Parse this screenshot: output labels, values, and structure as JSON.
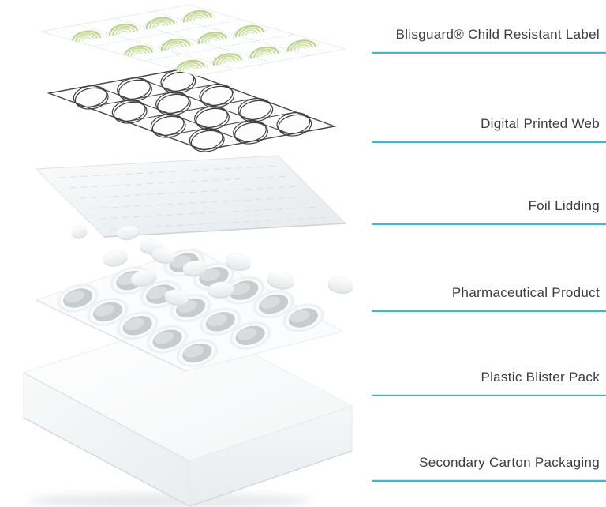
{
  "diagram": {
    "accent_color": "#45b6c6",
    "label_text_color": "#3d3d3d",
    "layers": [
      {
        "label": "Blisguard® Child Resistant Label"
      },
      {
        "label": "Digital Printed Web"
      },
      {
        "label": "Foil Lidding"
      },
      {
        "label": "Pharmaceutical Product"
      },
      {
        "label": "Plastic Blister Pack"
      },
      {
        "label": "Secondary Carton Packaging"
      }
    ]
  }
}
